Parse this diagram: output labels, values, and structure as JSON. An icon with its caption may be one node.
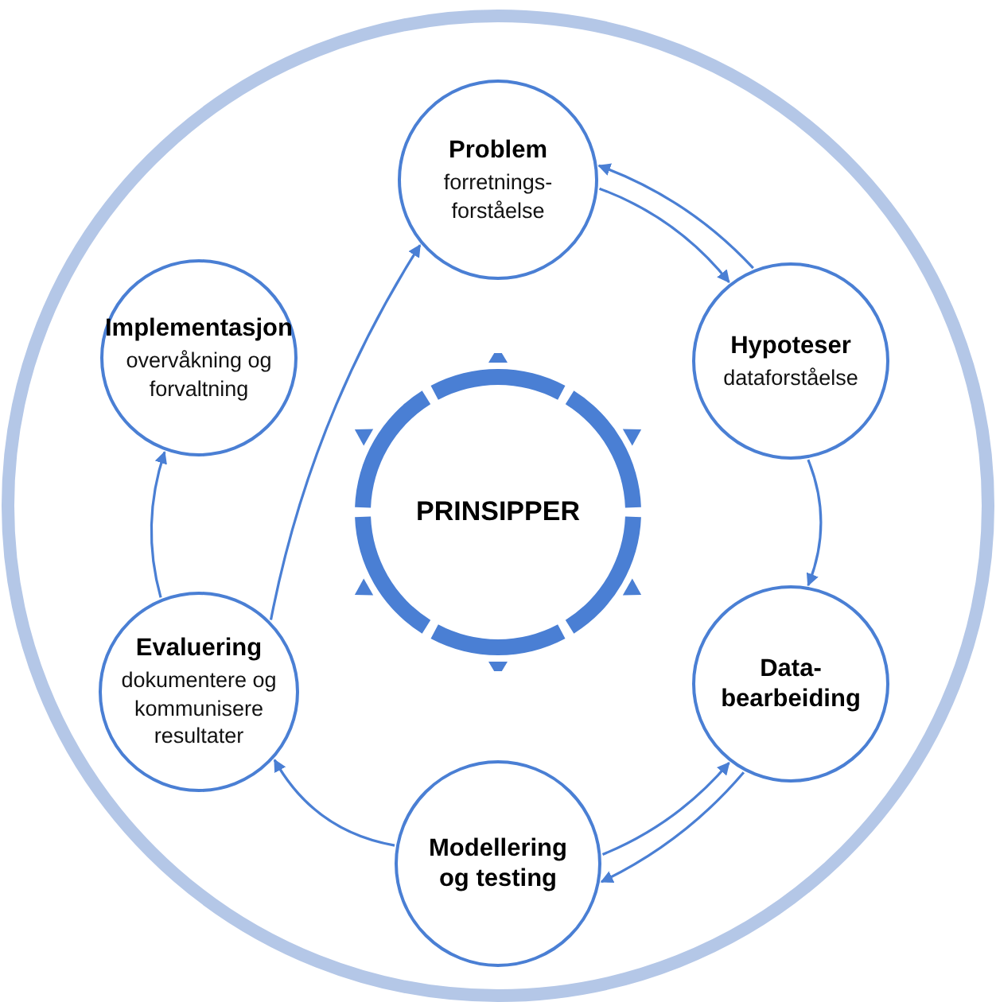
{
  "diagram": {
    "nodes": [
      {
        "text": [
          "Problem",
          "forretnings- forståelse"
        ]
      },
      {
        "text": [
          "Hypoteser",
          "dataforståelse"
        ]
      },
      {
        "text": [
          "Data- bearbeiding"
        ]
      },
      {
        "text": [
          "Modellering og testing"
        ]
      },
      {
        "text": [
          "Evaluering",
          "dokumentere og kommunisere resultater"
        ]
      },
      {
        "text": [
          "Implementasjon",
          "overvåkning og forvaltning"
        ]
      },
      {
        "text": [
          "PRINSIPPER"
        ]
      }
    ],
    "edges": [
      {
        "from": 0,
        "to": 1,
        "arrow": "to"
      },
      {
        "from": 1,
        "to": 0,
        "arrow": "to"
      },
      {
        "from": 1,
        "to": 2,
        "arrow": "to"
      },
      {
        "from": 2,
        "to": 3,
        "arrow": "to"
      },
      {
        "from": 3,
        "to": 2,
        "arrow": "to"
      },
      {
        "from": 3,
        "to": 4,
        "arrow": "to"
      },
      {
        "from": 4,
        "to": 5,
        "arrow": "to"
      },
      {
        "from": 4,
        "to": 0,
        "arrow": "to"
      }
    ]
  }
}
